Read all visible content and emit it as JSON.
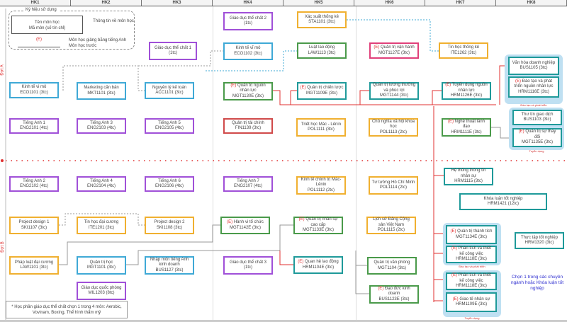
{
  "semesters": [
    "HK1",
    "HK2",
    "HK3",
    "HK4",
    "HK5",
    "HK6",
    "HK7",
    "HK8"
  ],
  "legend": {
    "title": "Ký hiệu sử dụng",
    "box_name": "Tên môn học",
    "box_code": "Mã môn (số tín chỉ)",
    "box_desc": "Thông tin về môn học",
    "english_marker": "(E)",
    "english_desc": "Môn học giảng bằng tiếng Anh",
    "prereq_desc": "Môn học trước"
  },
  "phases": {
    "a": "Đợt A",
    "b": "Đợt B"
  },
  "courses": [
    {
      "name": "Giáo dục thể chất 2",
      "code": "(1tc)"
    },
    {
      "name": "Xác suất thống kê",
      "code": "STA1101 (3tc)"
    },
    {
      "name": "Giáo dục thể chất 1",
      "code": "(1tc)"
    },
    {
      "name": "Kinh tế vĩ mô",
      "code": "ECO1102 (3tc)"
    },
    {
      "name": "Luật lao động",
      "code": "LAW1113 (3tc)"
    },
    {
      "prefix": "(E)",
      "name": "Quản trị vận hành",
      "code": "MGT1127E (3tc)"
    },
    {
      "name": "Tin học thống kê",
      "code": "ITE1262 (3tc)"
    },
    {
      "name": "Văn hóa doanh nghiệp",
      "code": "BUS1105 (3tc)"
    },
    {
      "prefix": "(E)",
      "name": "Đào tạo và phát triển nguồn nhân lực",
      "code": "HRM1116E (3tc)"
    },
    {
      "name": "Kinh tế vi mô",
      "code": "ECO1101 (3tc)"
    },
    {
      "name": "Marketing căn bản",
      "code": "MKT1101 (3tc)"
    },
    {
      "name": "Nguyên lý kế toán",
      "code": "ACC1101 (3tc)"
    },
    {
      "prefix": "(E)",
      "name": "Quản trị nguồn nhân lực",
      "code": "MGT1130E (3tc)"
    },
    {
      "prefix": "(E)",
      "name": "Quản trị chiến lược",
      "code": "MGT1109E (3tc)"
    },
    {
      "name": "Quản trị lương thưởng và phúc lợi",
      "code": "MGT1144 (3tc)"
    },
    {
      "prefix": "(E)",
      "name": "Tuyển dụng nguồn nhân lực",
      "code": "HRM1126E (3tc)"
    },
    {
      "name": "Tiếng Anh 1",
      "code": "ENG2101 (4tc)"
    },
    {
      "name": "Tiếng Anh 3",
      "code": "ENG2103 (4tc)"
    },
    {
      "name": "Tiếng Anh 5",
      "code": "ENG2105 (4tc)"
    },
    {
      "name": "Quản trị tài chính",
      "code": "FIN1139 (3tc)"
    },
    {
      "name": "Triết học Mác - Lênin",
      "code": "POL1111 (3tc)"
    },
    {
      "name": "Chủ nghĩa xã hội khoa học",
      "code": "POL1113 (2tc)"
    },
    {
      "prefix": "(E)",
      "name": "Nghệ thuật lãnh đạo",
      "code": "HRM1111E (3tc)"
    },
    {
      "name": "Thư tín giao dịch",
      "code": "BUS1103 (3tc)"
    },
    {
      "prefix": "(E)",
      "name": "Quản trị sự thay đổi",
      "code": "MGT1135E (3tc)"
    },
    {
      "name": "Tiếng Anh 2",
      "code": "ENG2102 (4tc)"
    },
    {
      "name": "Tiếng Anh 4",
      "code": "ENG2104 (4tc)"
    },
    {
      "name": "Tiếng Anh 6",
      "code": "ENG2106 (4tc)"
    },
    {
      "name": "Tiếng Anh 7",
      "code": "ENG2107 (4tc)"
    },
    {
      "name": "Kinh tế chính trị Mác-Lênin",
      "code": "POL1112 (2tc)"
    },
    {
      "name": "Tư tưởng Hồ Chí Minh",
      "code": "POL1114 (2tc)"
    },
    {
      "name": "Hệ thống thông tin nhân sự",
      "code": "HRM1115 (3tc)"
    },
    {
      "name": "Khóa luận tốt nghiệp",
      "code": "HRM1421 (12tc)"
    },
    {
      "name": "Project design 1",
      "code": "SKI1107 (3tc)"
    },
    {
      "name": "Tin học đại cương",
      "code": "ITE1201 (3tc)"
    },
    {
      "name": "Project design 2",
      "code": "SKI1108 (3tc)"
    },
    {
      "prefix": "(E)",
      "name": "Hành vi tổ chức",
      "code": "MGT1142E (3tc)"
    },
    {
      "prefix": "(E)",
      "name": "Quản trị nhân sự cao cấp",
      "code": "MGT1133E (3tc)"
    },
    {
      "name": "Lịch sử Đảng Cộng sản Việt Nam",
      "code": "POL1115 (2tc)"
    },
    {
      "prefix": "(E)",
      "name": "Quản trị thành tích",
      "code": "MGT1134E (3tc)"
    },
    {
      "prefix": "(E)",
      "name": "Phân tích và thiết kế công việc",
      "code": "HRM1118E (3tc)"
    },
    {
      "name": "Thực tập tốt nghiệp",
      "code": "HRM1320 (3tc)"
    },
    {
      "name": "Pháp luật đại cương",
      "code": "LAW1101 (3tc)"
    },
    {
      "name": "Quản trị học",
      "code": "MGT1101 (3tc)"
    },
    {
      "name": "Nhập môn tiếng Anh kinh doanh",
      "code": "BUS1127 (3tc)"
    },
    {
      "name": "Giáo dục thể chất 3",
      "code": "(1tc)"
    },
    {
      "prefix": "(E)",
      "name": "Quan hệ lao động",
      "code": "HRM1104E (3tc)"
    },
    {
      "name": "Quản trị văn phòng",
      "code": "MGT1104 (3tc)"
    },
    {
      "prefix": "(E)",
      "name": "Phân tích và thiết kế công việc",
      "code": "HRM1118E (3tc)"
    },
    {
      "prefix": "(E)",
      "name": "Giao tế nhân sự",
      "code": "HRM1109E (3tc)"
    },
    {
      "name": "Giáo dục quốc phòng",
      "code": "MIL1203 (8tc)"
    },
    {
      "prefix": "(E)",
      "name": "Đạo đức kinh doanh",
      "code": "BUS1123E (3tc)"
    }
  ],
  "group_labels": [
    "Đào tạo và phát triển",
    "Tuyển dụng",
    "Đào tạo và phát triển",
    "Tuyển dụng"
  ],
  "choose_note": "Chọn 1 trong các chuyên ngành hoặc Khóa luận tốt nghiệp",
  "footnote": "* Học phần giáo dục thể chất chọn 1 trong 4 môn: Aerobic, Vovinam, Boxing, Thể hình thẩm mỹ"
}
